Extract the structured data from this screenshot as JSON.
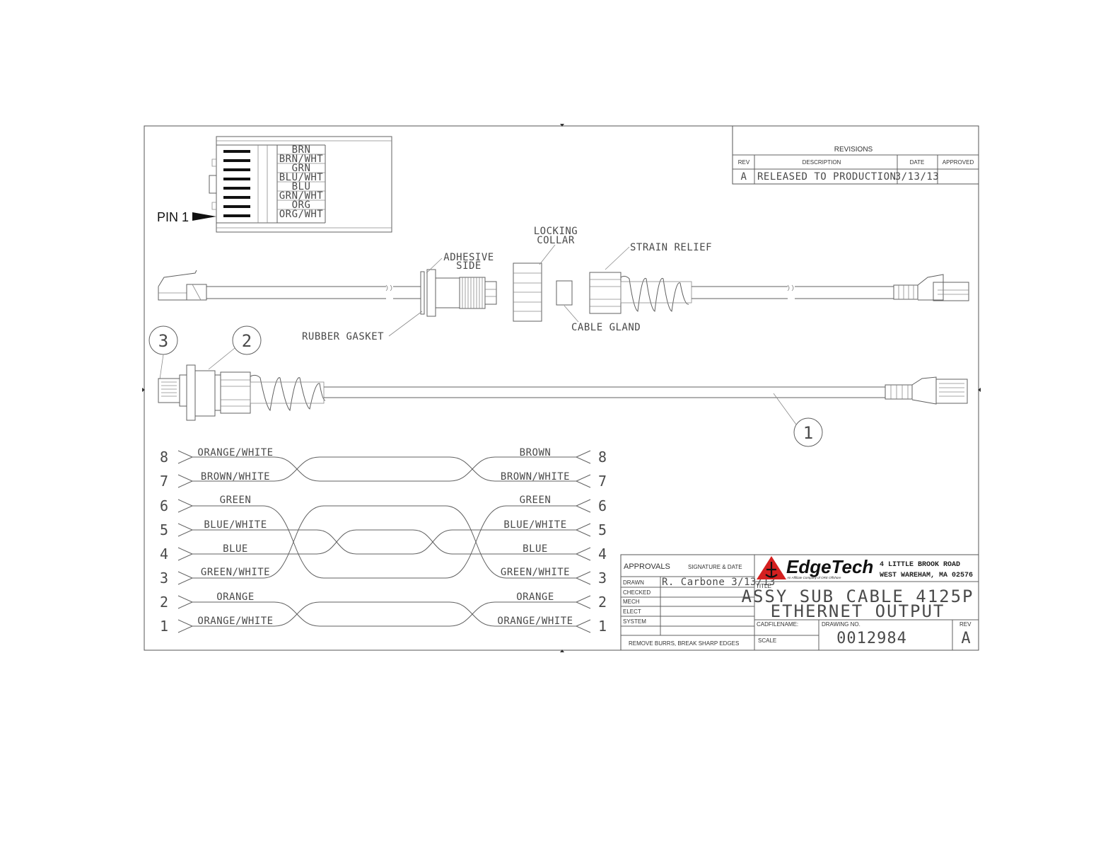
{
  "pinout": {
    "pin1_label": "PIN 1",
    "wires": [
      "BRN",
      "BRN/WHT",
      "GRN",
      "BLU/WHT",
      "BLU",
      "GRN/WHT",
      "ORG",
      "ORG/WHT"
    ]
  },
  "revisions": {
    "title": "REVISIONS",
    "headers": {
      "rev": "REV",
      "description": "DESCRIPTION",
      "date": "DATE",
      "approved": "APPROVED"
    },
    "rows": [
      {
        "rev": "A",
        "description": "RELEASED TO PRODUCTION",
        "date": "3/13/13",
        "approved": ""
      }
    ]
  },
  "callouts": {
    "locking_collar_1": "LOCKING",
    "locking_collar_2": "COLLAR",
    "adhesive_1": "ADHESIVE",
    "adhesive_2": "SIDE",
    "strain_relief": "STRAIN RELIEF",
    "rubber_gasket": "RUBBER GASKET",
    "cable_gland": "CABLE GLAND",
    "balloon_1": "1",
    "balloon_2": "2",
    "balloon_3": "3"
  },
  "wiring": {
    "left": [
      {
        "pin": "8",
        "color": "ORANGE/WHITE"
      },
      {
        "pin": "7",
        "color": "BROWN/WHITE"
      },
      {
        "pin": "6",
        "color": "GREEN"
      },
      {
        "pin": "5",
        "color": "BLUE/WHITE"
      },
      {
        "pin": "4",
        "color": "BLUE"
      },
      {
        "pin": "3",
        "color": "GREEN/WHITE"
      },
      {
        "pin": "2",
        "color": "ORANGE"
      },
      {
        "pin": "1",
        "color": "ORANGE/WHITE"
      }
    ],
    "right": [
      {
        "pin": "8",
        "color": "BROWN"
      },
      {
        "pin": "7",
        "color": "BROWN/WHITE"
      },
      {
        "pin": "6",
        "color": "GREEN"
      },
      {
        "pin": "5",
        "color": "BLUE/WHITE"
      },
      {
        "pin": "4",
        "color": "BLUE"
      },
      {
        "pin": "3",
        "color": "GREEN/WHITE"
      },
      {
        "pin": "2",
        "color": "ORANGE"
      },
      {
        "pin": "1",
        "color": "ORANGE/WHITE"
      }
    ]
  },
  "title_block": {
    "approvals": "APPROVALS",
    "signature_date": "SIGNATURE & DATE",
    "drawn": "DRAWN",
    "drawn_by": "R. Carbone 3/13/13",
    "checked": "CHECKED",
    "mech": "MECH",
    "elect": "ELECT",
    "system": "SYSTEM",
    "remove_burrs": "REMOVE BURRS, BREAK SHARP EDGES",
    "company": "EdgeTech",
    "company_tagline": "An Affiliate Company of ORE Offshore",
    "address_1": "4 LITTLE BROOK ROAD",
    "address_2": "WEST WAREHAM, MA  02576",
    "title_label": "TITLE",
    "title_1": "ASSY SUB CABLE 4125P",
    "title_2": "ETHERNET OUTPUT",
    "cadfilename": "CADFILENAME:",
    "drawing_no_label": "DRAWING NO.",
    "drawing_no": "0012984",
    "rev_label": "REV",
    "rev": "A",
    "scale": "SCALE"
  },
  "colors": {
    "line": "#606060",
    "logo_red": "#d42020",
    "logo_black": "#111111"
  }
}
